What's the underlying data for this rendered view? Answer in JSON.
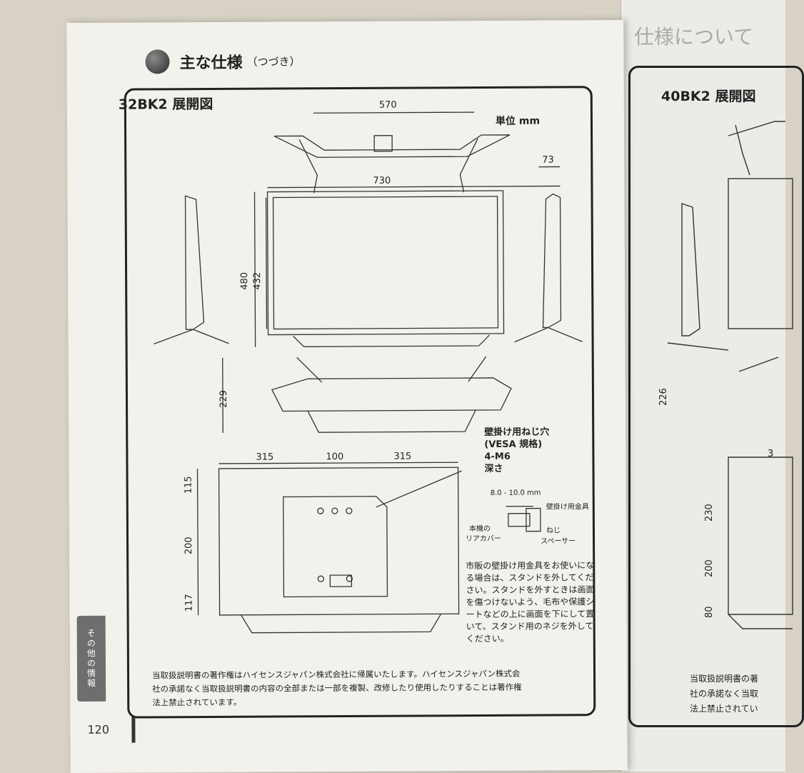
{
  "header": {
    "title": "主な仕様",
    "subtitle": "（つづき）"
  },
  "left": {
    "frame_title": "32BK2 展開図",
    "unit": "単位 mm",
    "dims": {
      "top_width": "570",
      "depth": "73",
      "width": "730",
      "height_total": "480",
      "height_panel": "432",
      "stand_depth": "229",
      "vesa_left": "315",
      "vesa_mid": "100",
      "vesa_right": "315",
      "rear_top": "115",
      "rear_mid": "200",
      "rear_bottom": "117"
    },
    "callout": {
      "line1": "壁掛け用ねじ穴",
      "line2": "(VESA 規格)",
      "line3": "4-M6",
      "line4": "深さ"
    },
    "detail": {
      "range": "8.0 - 10.0 mm",
      "bracket": "壁掛け用金具",
      "screw": "ねじ",
      "spacer": "スペーサー",
      "cover_1": "本機の",
      "cover_2": "リアカバー"
    },
    "note": "市販の壁掛け用金具をお使いになる場合は、スタンドを外してください。スタンドを外すときは画面を傷つけないよう、毛布や保護シートなどの上に画面を下にして置いて、スタンド用のネジを外してください。",
    "copyright_1": "当取扱説明書の著作権はハイセンスジャパン株式会社に帰属いたします。ハイセンスジャパン株式会",
    "copyright_2": "社の承諾なく当取扱説明書の内容の全部または一部を複製、改修したり使用したりすることは著作権",
    "copyright_3": "法上禁止されています。",
    "side_tab": "その他の情報",
    "page_number": "120"
  },
  "right": {
    "frame_title": "40BK2 展開図",
    "dim_stand": "226",
    "dim_top": "230",
    "dim_mid": "200",
    "dim_bottom": "80",
    "dim_width_partial": "3",
    "copy_1": "当取扱説明書の著",
    "copy_2": "社の承諾なく当取",
    "copy_3": "法上禁止されてい"
  }
}
